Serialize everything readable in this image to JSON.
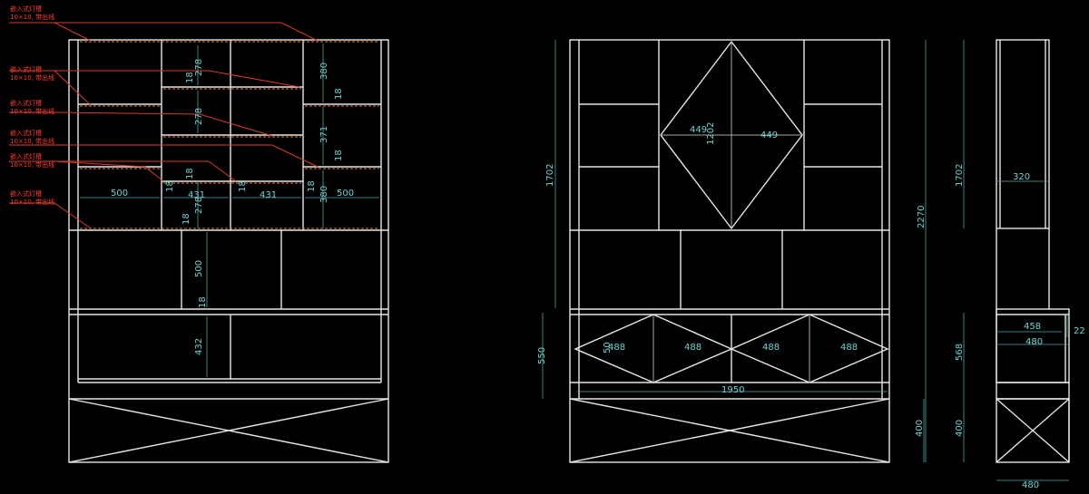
{
  "colors": {
    "background": "#000000",
    "outline": "#e6e6e6",
    "dimension_text": "#6fd3d3",
    "annotation": "#ff3b30",
    "led_strip": "#e07a3a"
  },
  "annotations": {
    "line1": "嵌入式灯槽",
    "line2": "10×10, 带出线"
  },
  "dims": {
    "d1702": "1702",
    "d380": "380",
    "d278": "278",
    "d18": "18",
    "d371": "371",
    "d500": "500",
    "d431": "431",
    "d432": "432",
    "d1202": "1202",
    "d449": "449",
    "d550": "550",
    "d50": "50",
    "d488": "488",
    "d1950": "1950",
    "d2270": "2270",
    "d568": "568",
    "d400": "400",
    "d320": "320",
    "d458": "458",
    "d480": "480",
    "d22": "22"
  }
}
